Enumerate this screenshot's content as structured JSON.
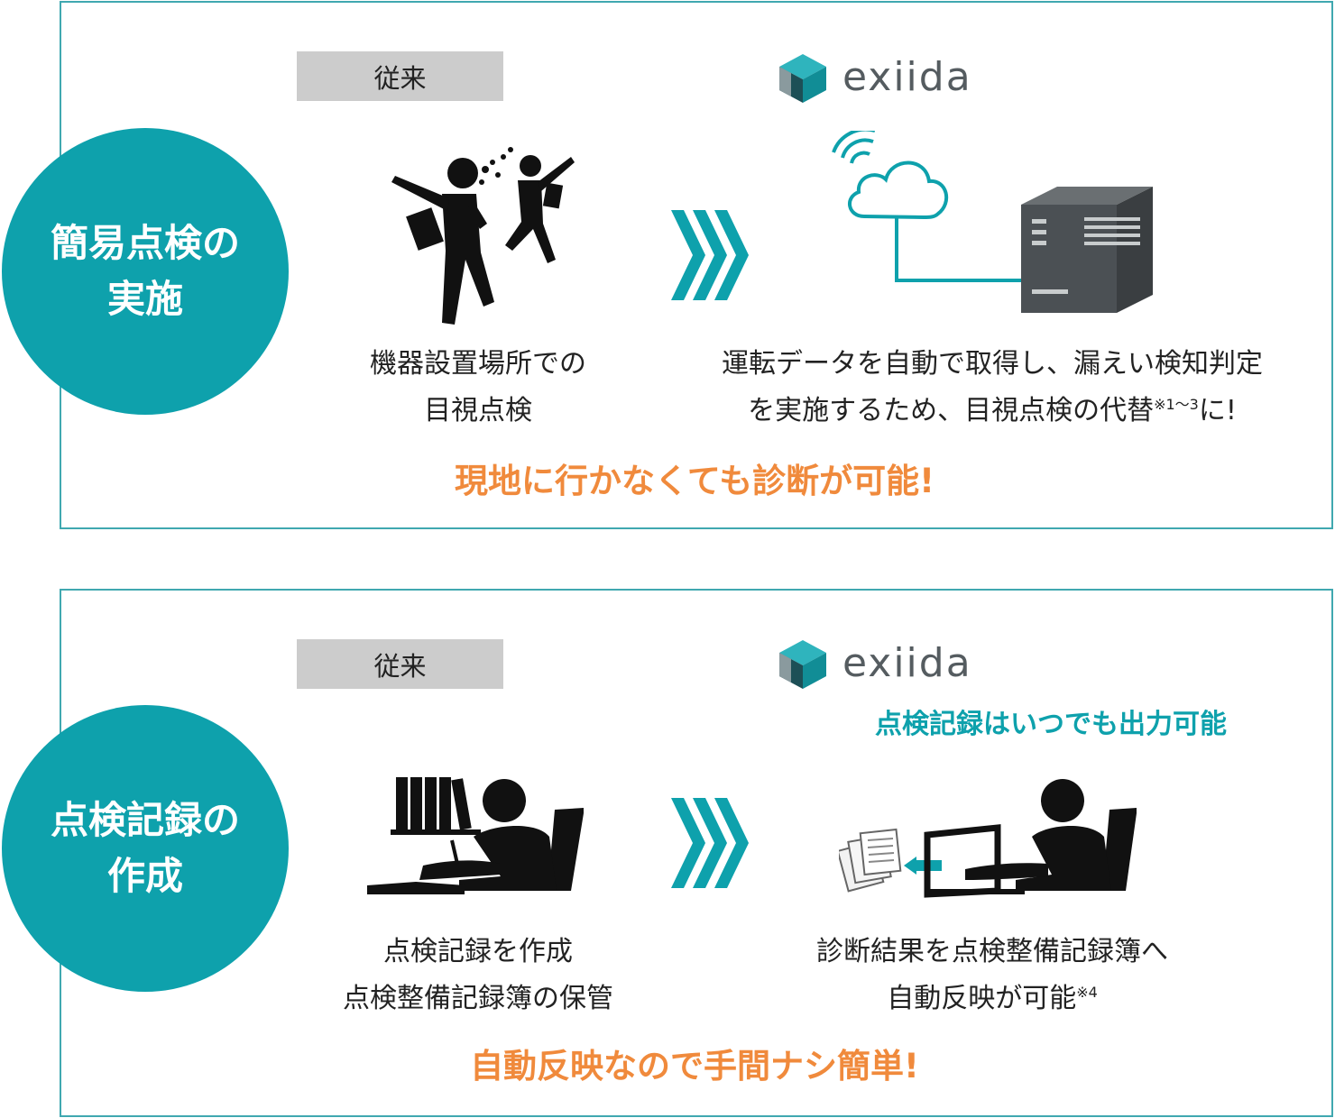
{
  "colors": {
    "teal": "#0ea1ac",
    "orange": "#f08a3c",
    "gray_label": "#cccccc",
    "border": "#40a8b0"
  },
  "logo_text": "exiida",
  "section1": {
    "circle_line1": "簡易点検の",
    "circle_line2": "実施",
    "conventional_label": "従来",
    "old_desc_line1": "機器設置場所での",
    "old_desc_line2": "目視点検",
    "new_desc_line1": "運転データを自動で取得し、漏えい検知判定",
    "new_desc_line2_a": "を実施するため、目視点検の代替",
    "new_desc_note": "※1～3",
    "new_desc_line2_b": "に!",
    "highlight": "現地に行かなくても診断が可能!"
  },
  "section2": {
    "circle_line1": "点検記録の",
    "circle_line2": "作成",
    "conventional_label": "従来",
    "feature_note": "点検記録はいつでも出力可能",
    "old_desc_line1": "点検記録を作成",
    "old_desc_line2": "点検整備記録簿の保管",
    "new_desc_line1": "診断結果を点検整備記録簿へ",
    "new_desc_line2_a": "自動反映が可能",
    "new_desc_note": "※4",
    "highlight": "自動反映なので手間ナシ簡単!"
  },
  "icons": [
    "exiida-logo-icon",
    "walking-inspectors-icon",
    "chevron-arrows-icon",
    "cloud-wifi-icon",
    "server-icon",
    "desk-worker-icon",
    "computer-worker-icon",
    "documents-icon"
  ]
}
